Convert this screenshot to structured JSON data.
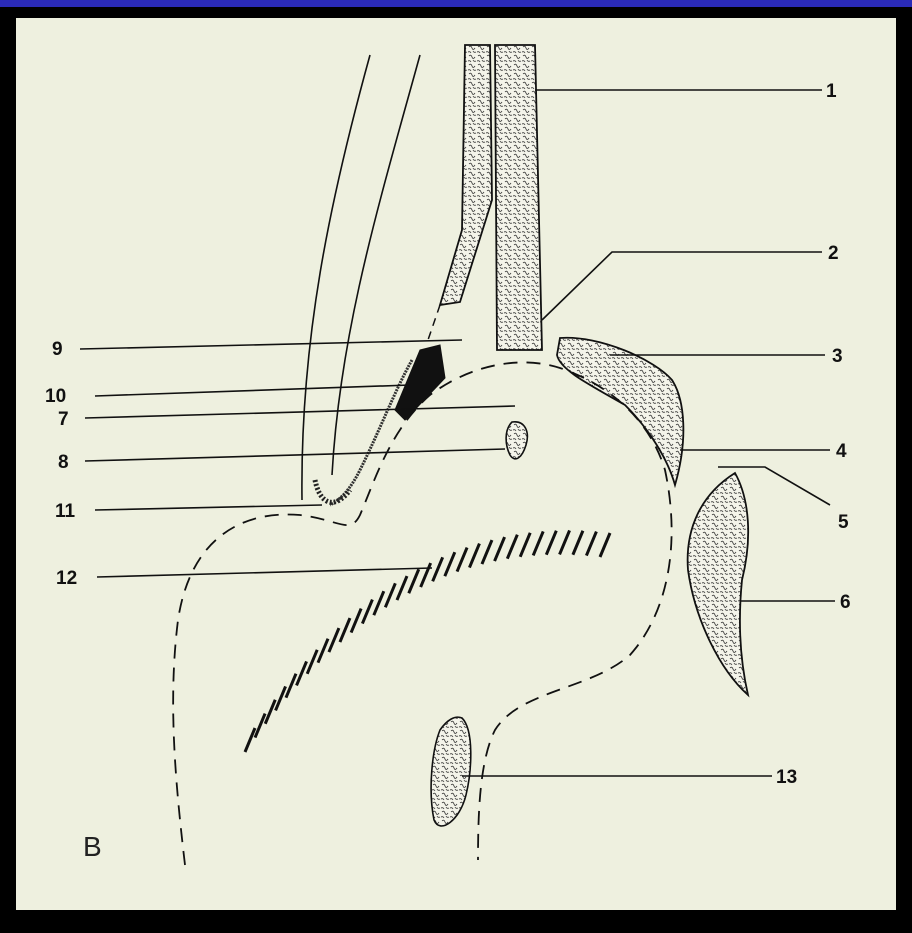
{
  "colors": {
    "background": "#000000",
    "top_bar": "#2a2ab8",
    "paper": "#eef0df",
    "ink": "#111111"
  },
  "panel_letter": "B",
  "labels": {
    "l1": "1",
    "l2": "2",
    "l3": "3",
    "l4": "4",
    "l5": "5",
    "l6": "6",
    "l7": "7",
    "l8": "8",
    "l9": "9",
    "l10": "10",
    "l11": "11",
    "l12": "12",
    "l13": "13"
  }
}
